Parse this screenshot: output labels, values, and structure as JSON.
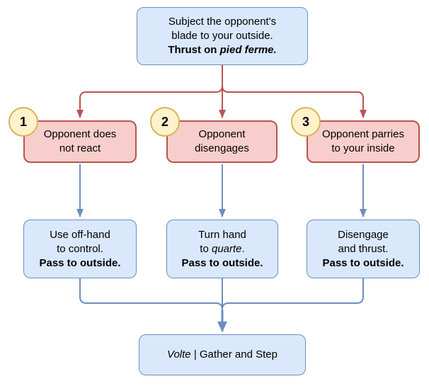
{
  "diagram": {
    "start": {
      "line1": "Subject the opponent's",
      "line2": "blade to your outside.",
      "line3_bold": "Thrust on ",
      "line3_bold_italic": "pied ferme."
    },
    "branches": [
      {
        "number": "1",
        "line1": "Opponent does",
        "line2": "not react"
      },
      {
        "number": "2",
        "line1": "Opponent",
        "line2": "disengages"
      },
      {
        "number": "3",
        "line1": "Opponent parries",
        "line2": "to your inside"
      }
    ],
    "actions": [
      {
        "line1": "Use off-hand",
        "line2_pre": "to control.",
        "line2_italic": "",
        "line2_post": "",
        "line3_bold": "Pass to outside."
      },
      {
        "line1": "Turn hand",
        "line2_pre": "to ",
        "line2_italic": "quarte",
        "line2_post": ".",
        "line3_bold": "Pass to outside."
      },
      {
        "line1": "Disengage",
        "line2_pre": "and thrust.",
        "line2_italic": "",
        "line2_post": "",
        "line3_bold": "Pass to outside."
      }
    ],
    "end": {
      "italic": "Volte",
      "rest": " | Gather and Step"
    },
    "colors": {
      "node_blue_fill": "#dae8fc",
      "node_blue_border": "#6c8ebf",
      "node_red_fill": "#f8cecc",
      "node_red_border": "#b85450",
      "badge_fill": "#fff2cc",
      "badge_border": "#d6b656",
      "arrow_red": "#b85450",
      "arrow_blue": "#6c8ebf"
    }
  }
}
